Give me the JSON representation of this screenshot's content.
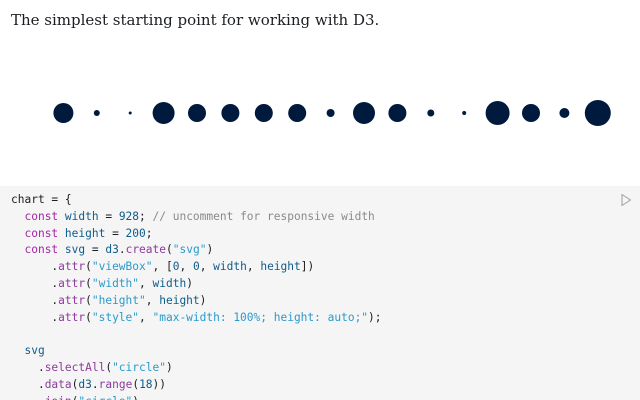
{
  "intro": {
    "text": "The simplest starting point for working with D3."
  },
  "chart_data": {
    "type": "scatter",
    "x": [
      0,
      1,
      2,
      3,
      4,
      5,
      6,
      7,
      8,
      9,
      10,
      11,
      12,
      13,
      14,
      15,
      16,
      17
    ],
    "radius": [
      0,
      10,
      3,
      1.5,
      11,
      9,
      9,
      9,
      9,
      4,
      11,
      9,
      3.5,
      2,
      12,
      9,
      5,
      13
    ],
    "color": "#001a3d",
    "title": "",
    "xlabel": "",
    "ylabel": ""
  },
  "code_cell": {
    "run_icon": "play-icon",
    "lines": [
      [
        [
          "tok-plain",
          "chart = {"
        ]
      ],
      [
        [
          "tok-plain",
          "  "
        ],
        [
          "tok-kw",
          "const "
        ],
        [
          "tok-def",
          "width"
        ],
        [
          "tok-plain",
          " = "
        ],
        [
          "tok-num",
          "928"
        ],
        [
          "tok-plain",
          "; "
        ],
        [
          "tok-com",
          "// uncomment for responsive width"
        ]
      ],
      [
        [
          "tok-plain",
          "  "
        ],
        [
          "tok-kw",
          "const "
        ],
        [
          "tok-def",
          "height"
        ],
        [
          "tok-plain",
          " = "
        ],
        [
          "tok-num",
          "200"
        ],
        [
          "tok-plain",
          ";"
        ]
      ],
      [
        [
          "tok-plain",
          "  "
        ],
        [
          "tok-kw",
          "const "
        ],
        [
          "tok-def",
          "svg"
        ],
        [
          "tok-plain",
          " = "
        ],
        [
          "tok-def",
          "d3"
        ],
        [
          "tok-plain",
          "."
        ],
        [
          "tok-prop",
          "create"
        ],
        [
          "tok-plain",
          "("
        ],
        [
          "tok-str",
          "\"svg\""
        ],
        [
          "tok-plain",
          ")"
        ]
      ],
      [
        [
          "tok-plain",
          "      ."
        ],
        [
          "tok-prop",
          "attr"
        ],
        [
          "tok-plain",
          "("
        ],
        [
          "tok-str",
          "\"viewBox\""
        ],
        [
          "tok-plain",
          ", ["
        ],
        [
          "tok-num",
          "0"
        ],
        [
          "tok-plain",
          ", "
        ],
        [
          "tok-num",
          "0"
        ],
        [
          "tok-plain",
          ", "
        ],
        [
          "tok-def",
          "width"
        ],
        [
          "tok-plain",
          ", "
        ],
        [
          "tok-def",
          "height"
        ],
        [
          "tok-plain",
          "])"
        ]
      ],
      [
        [
          "tok-plain",
          "      ."
        ],
        [
          "tok-prop",
          "attr"
        ],
        [
          "tok-plain",
          "("
        ],
        [
          "tok-str",
          "\"width\""
        ],
        [
          "tok-plain",
          ", "
        ],
        [
          "tok-def",
          "width"
        ],
        [
          "tok-plain",
          ")"
        ]
      ],
      [
        [
          "tok-plain",
          "      ."
        ],
        [
          "tok-prop",
          "attr"
        ],
        [
          "tok-plain",
          "("
        ],
        [
          "tok-str",
          "\"height\""
        ],
        [
          "tok-plain",
          ", "
        ],
        [
          "tok-def",
          "height"
        ],
        [
          "tok-plain",
          ")"
        ]
      ],
      [
        [
          "tok-plain",
          "      ."
        ],
        [
          "tok-prop",
          "attr"
        ],
        [
          "tok-plain",
          "("
        ],
        [
          "tok-str",
          "\"style\""
        ],
        [
          "tok-plain",
          ", "
        ],
        [
          "tok-str",
          "\"max-width: 100%; height: auto;\""
        ],
        [
          "tok-plain",
          ");"
        ]
      ],
      [
        [
          "tok-plain",
          ""
        ]
      ],
      [
        [
          "tok-plain",
          "  "
        ],
        [
          "tok-def",
          "svg"
        ]
      ],
      [
        [
          "tok-plain",
          "    ."
        ],
        [
          "tok-prop",
          "selectAll"
        ],
        [
          "tok-plain",
          "("
        ],
        [
          "tok-str",
          "\"circle\""
        ],
        [
          "tok-plain",
          ")"
        ]
      ],
      [
        [
          "tok-plain",
          "    ."
        ],
        [
          "tok-prop",
          "data"
        ],
        [
          "tok-plain",
          "("
        ],
        [
          "tok-def",
          "d3"
        ],
        [
          "tok-plain",
          "."
        ],
        [
          "tok-prop",
          "range"
        ],
        [
          "tok-plain",
          "("
        ],
        [
          "tok-num",
          "18"
        ],
        [
          "tok-plain",
          "))"
        ]
      ],
      [
        [
          "tok-plain",
          "    ."
        ],
        [
          "tok-prop",
          "join"
        ],
        [
          "tok-plain",
          "("
        ],
        [
          "tok-str",
          "\"circle\""
        ],
        [
          "tok-plain",
          ")"
        ]
      ]
    ]
  }
}
